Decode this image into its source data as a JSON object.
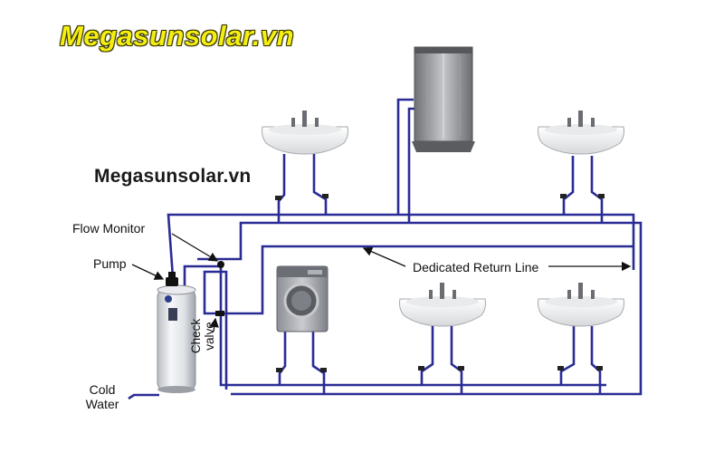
{
  "brand": {
    "top": "Megasunsolar.vn",
    "middle": "Megasunsolar.vn"
  },
  "labels": {
    "flow_monitor": "Flow Monitor",
    "pump": "Pump",
    "check_valve_line1": "Check",
    "check_valve_line2": "valve",
    "cold_line1": "Cold",
    "cold_line2": "Water",
    "return_line": "Dedicated Return Line"
  },
  "colors": {
    "pipe": "#2a2c96",
    "leader": "#111111",
    "brand_yellow": "#f4ee12"
  },
  "icons": [
    "sink-icon",
    "shower-cabin-icon",
    "washing-machine-icon",
    "water-heater-icon",
    "pump-icon",
    "check-valve-icon",
    "flow-monitor-icon"
  ]
}
